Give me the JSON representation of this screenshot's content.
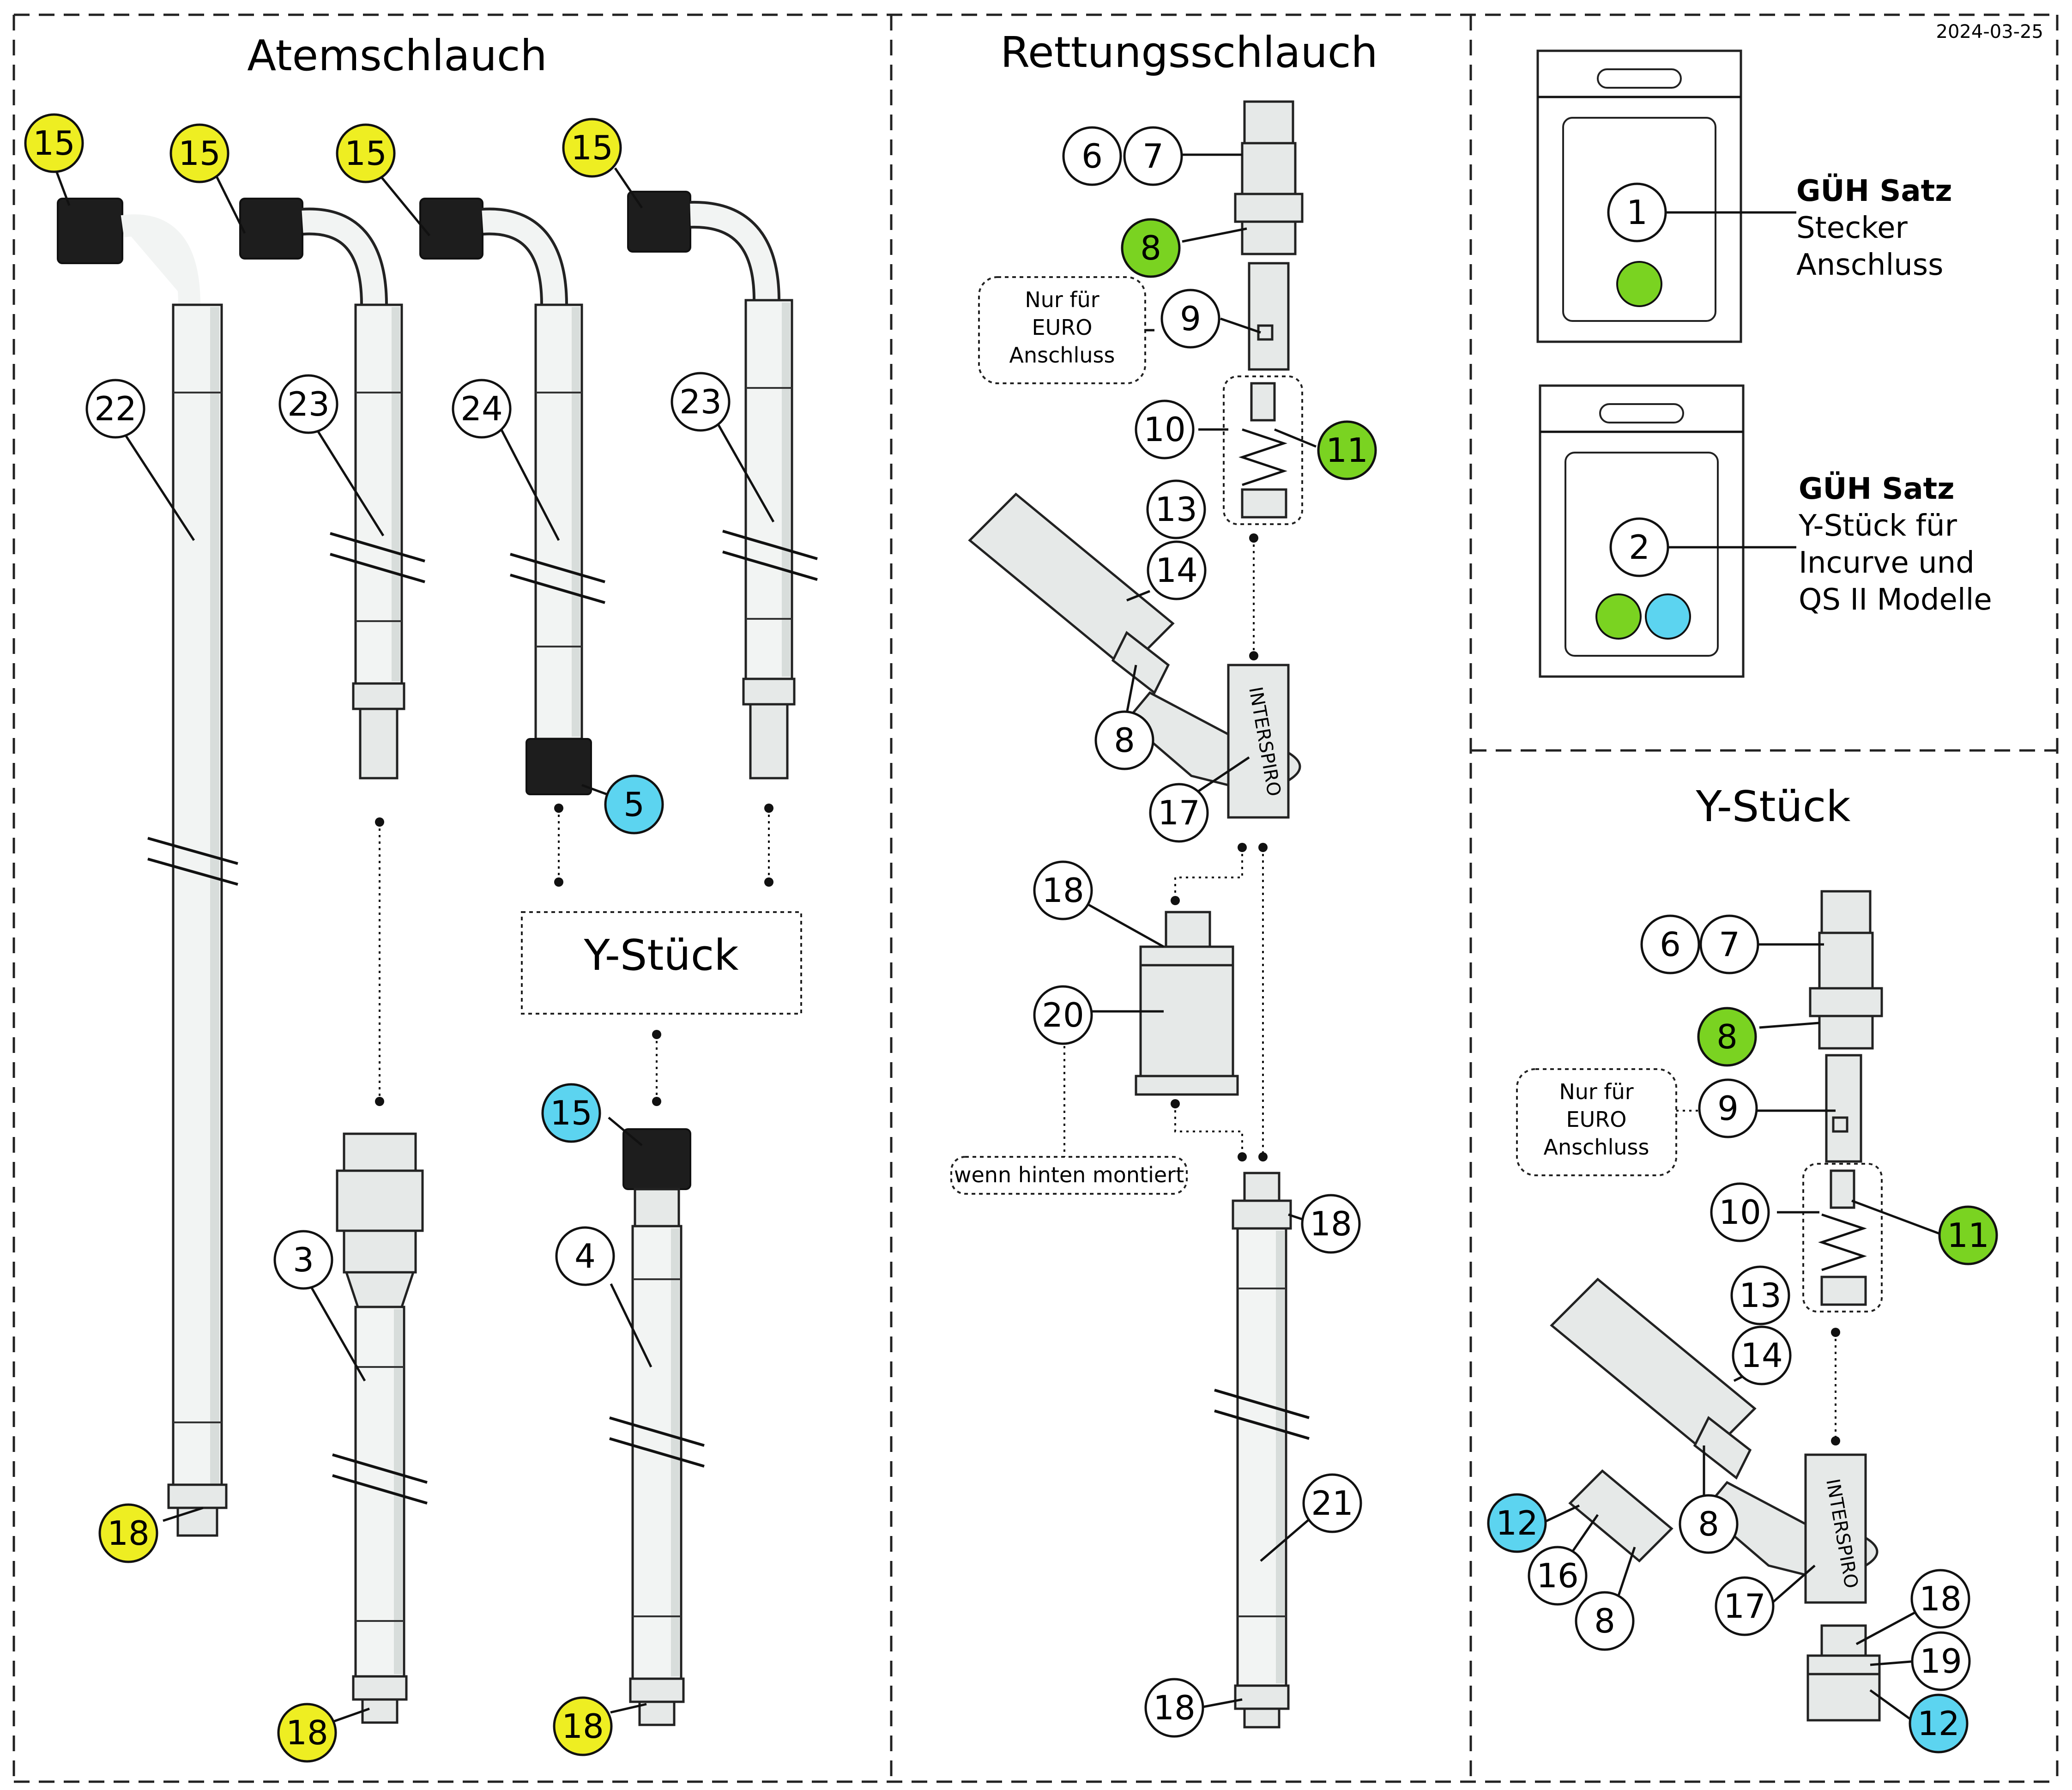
{
  "date": "2024-03-25",
  "panels": {
    "atemschlauch_title": "Atemschlauch",
    "rettungsschlauch_title": "Rettungsschlauch",
    "ystueck_title": "Y-Stück"
  },
  "ystueck_box_label": "Y-Stück",
  "notes": {
    "euro_top": [
      "Nur für",
      "EURO",
      "Anschluss"
    ],
    "euro_bottom": [
      "Nur für",
      "EURO",
      "Anschluss"
    ],
    "rear_mount": "wenn hinten montiert"
  },
  "kits": [
    {
      "number": "1",
      "lines": [
        "GÜH Satz",
        "Stecker",
        "Anschluss"
      ],
      "dots": [
        "green"
      ]
    },
    {
      "number": "2",
      "lines": [
        "GÜH Satz",
        "Y-Stück für",
        "Incurve und",
        "QS II Modelle"
      ],
      "dots": [
        "green",
        "cyan"
      ]
    }
  ],
  "brand_mark": "INTERSPIRO",
  "colors": {
    "yellow": "#eeee22",
    "green": "#7ad321",
    "cyan": "#5cd4f0",
    "white": "#ffffff",
    "line": "#111111"
  },
  "callouts": {
    "c15a": "15",
    "c15b": "15",
    "c15c": "15",
    "c15d": "15",
    "c22": "22",
    "c23a": "23",
    "c24": "24",
    "c23b": "23",
    "c5": "5",
    "c18a": "18",
    "c3": "3",
    "c18b": "18",
    "c15e": "15",
    "c4": "4",
    "c18c": "18",
    "c6a": "6",
    "c7a": "7",
    "c8a": "8",
    "c9a": "9",
    "c10a": "10",
    "c11a": "11",
    "c13a": "13",
    "c14a": "14",
    "c8b": "8",
    "c17a": "17",
    "c18d": "18",
    "c20": "20",
    "c18e": "18",
    "c21": "21",
    "c18f": "18",
    "c6b": "6",
    "c7b": "7",
    "c8c": "8",
    "c9b": "9",
    "c10b": "10",
    "c11b": "11",
    "c13b": "13",
    "c14b": "14",
    "c12a": "12",
    "c16": "16",
    "c8d": "8",
    "c8e": "8",
    "c17b": "17",
    "c18g": "18",
    "c19": "19",
    "c12b": "12"
  }
}
